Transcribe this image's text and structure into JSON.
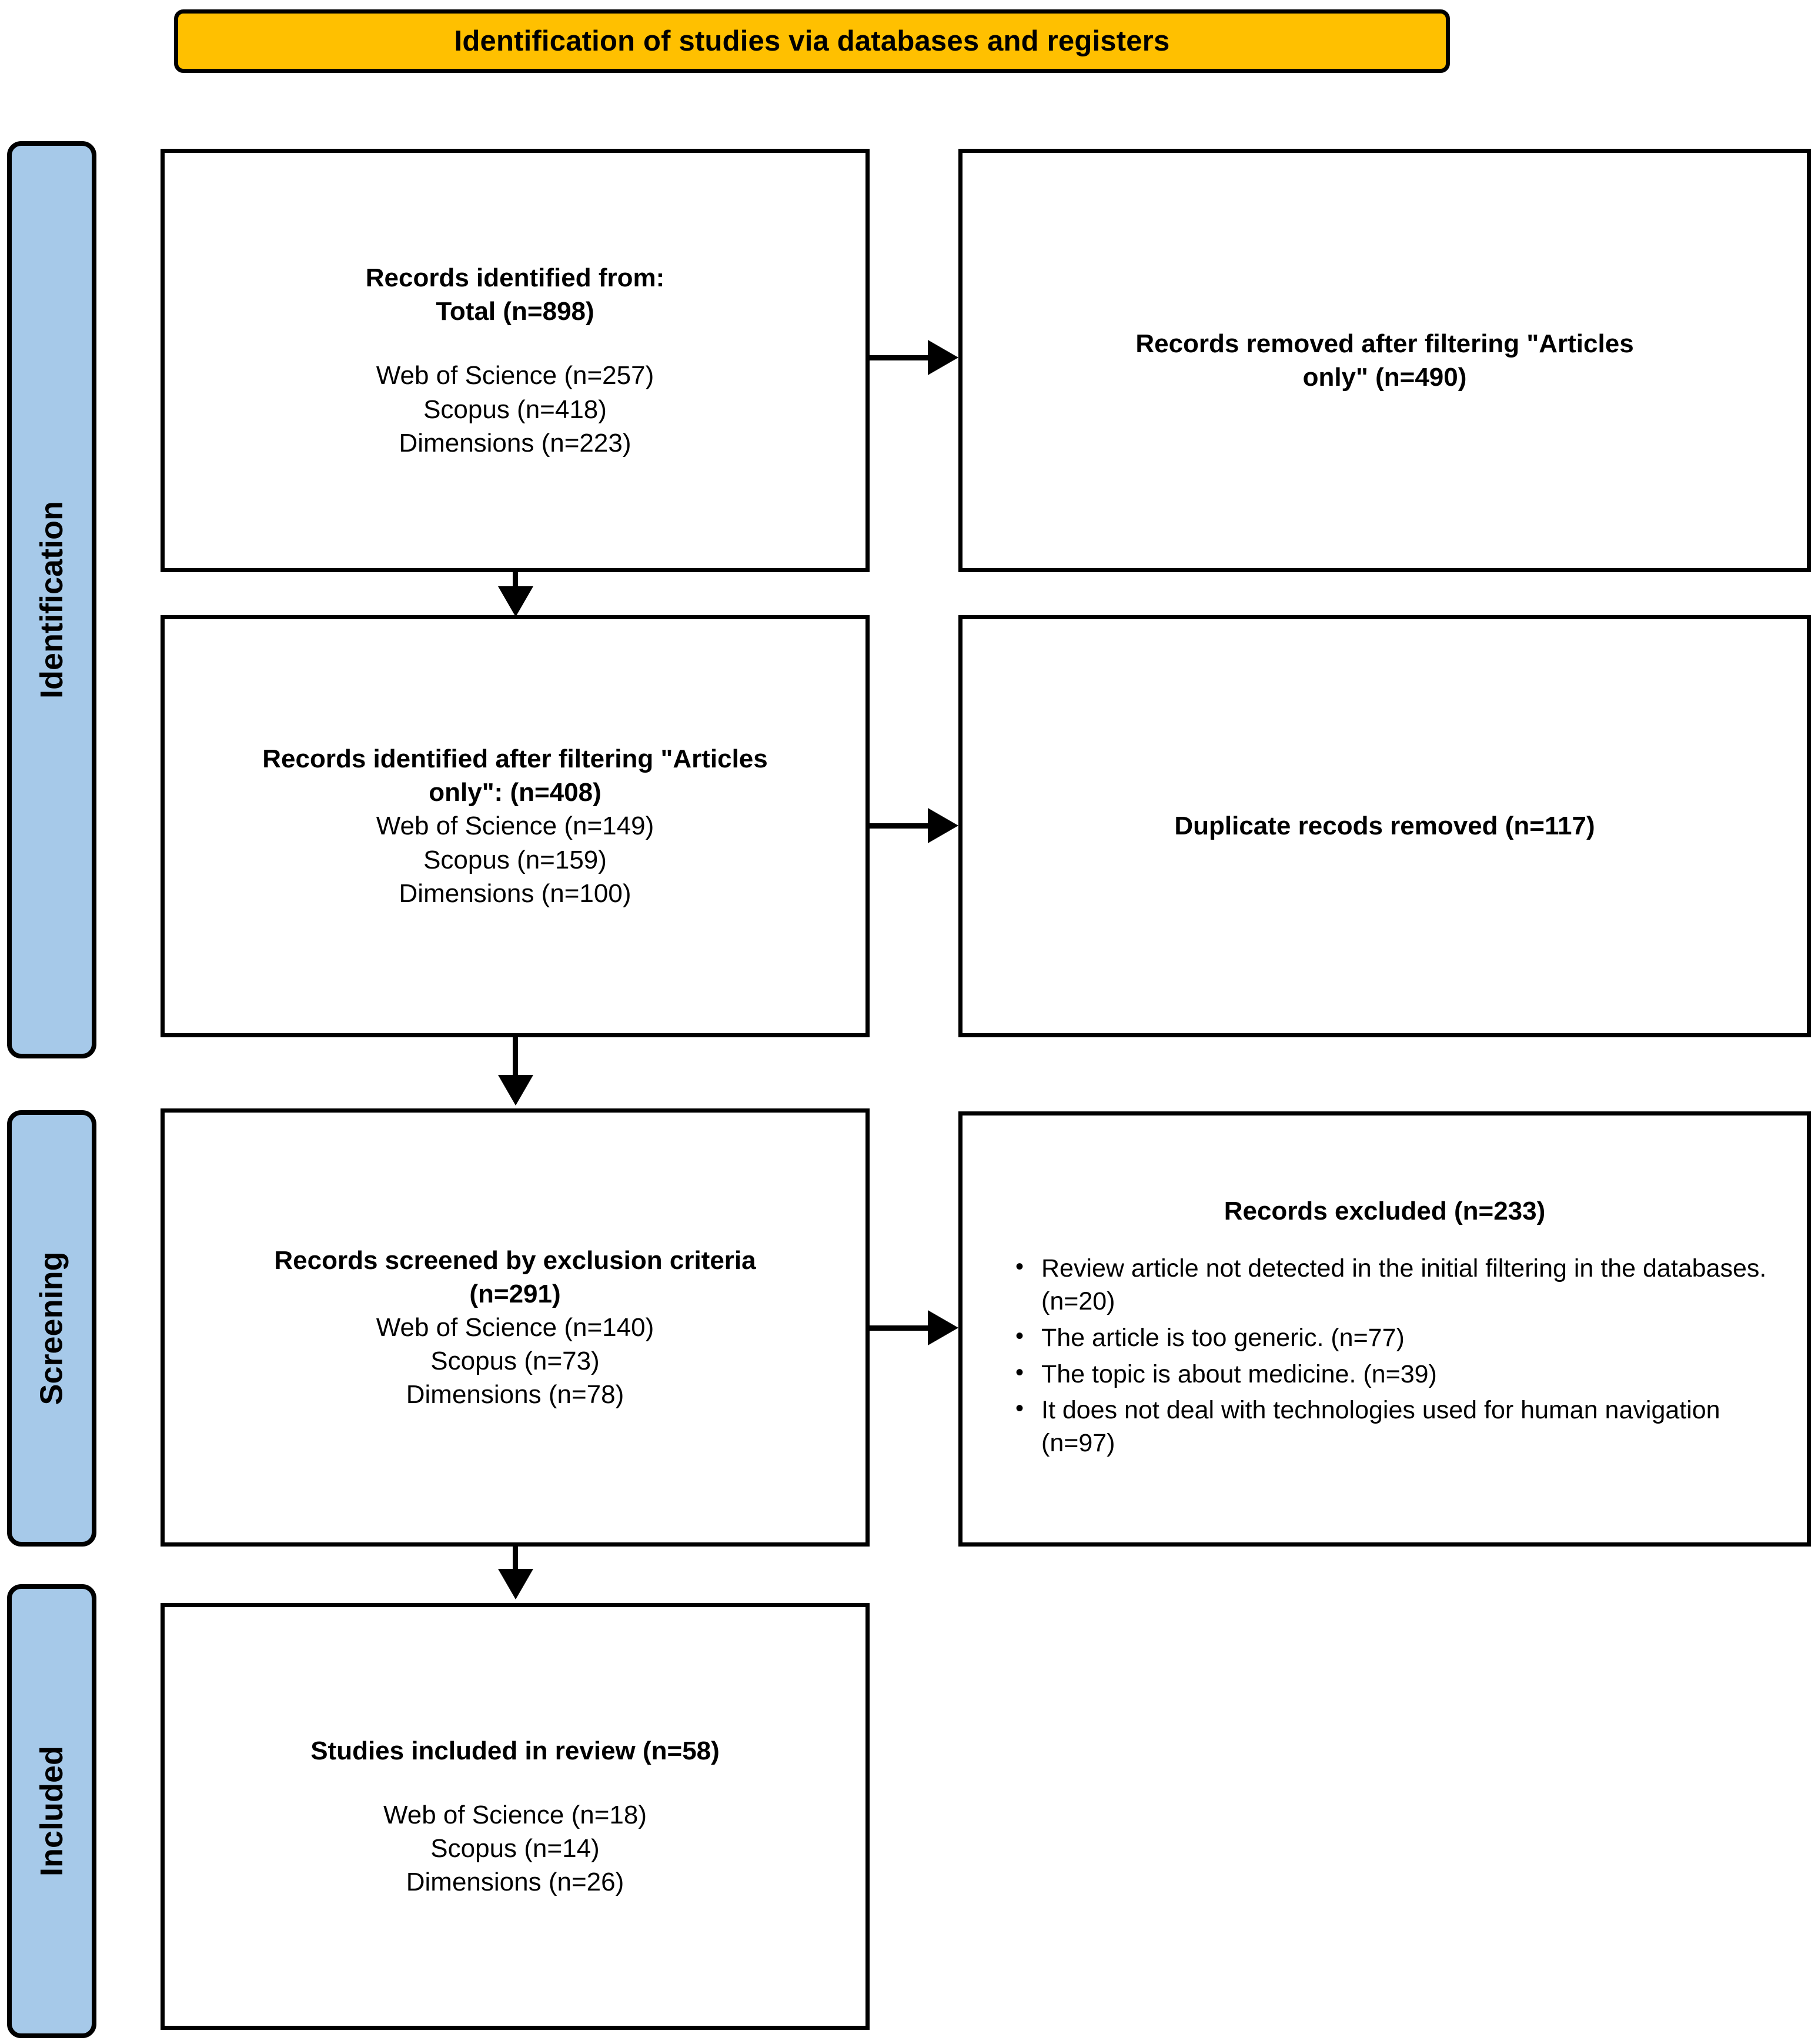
{
  "banner": {
    "title": "Identification of studies via databases and registers",
    "bg_color": "#FFC000"
  },
  "rails": {
    "bg_color": "#A6C9E9",
    "items": [
      {
        "label": "Identification"
      },
      {
        "label": "Screening"
      },
      {
        "label": "Included"
      }
    ]
  },
  "boxes": {
    "identified": {
      "lines": [
        {
          "text": "Records identified from:",
          "bold": true
        },
        {
          "text": "Total (n=898)",
          "bold": true
        },
        {
          "text": "",
          "bold": false,
          "spacer": true
        },
        {
          "text": "Web of Science (n=257)",
          "bold": false
        },
        {
          "text": "Scopus (n=418)",
          "bold": false
        },
        {
          "text": "Dimensions (n=223)",
          "bold": false
        }
      ]
    },
    "removed_filter": {
      "lines": [
        {
          "text": "Records removed after filtering \"Articles",
          "bold": true
        },
        {
          "text": "only\" (n=490)",
          "bold": true
        }
      ]
    },
    "after_filter": {
      "lines": [
        {
          "text": "Records identified after filtering \"Articles",
          "bold": true
        },
        {
          "text": "only\": (n=408)",
          "bold": true
        },
        {
          "text": "Web of Science (n=149)",
          "bold": false
        },
        {
          "text": "Scopus (n=159)",
          "bold": false
        },
        {
          "text": "Dimensions (n=100)",
          "bold": false
        }
      ]
    },
    "duplicates": {
      "lines": [
        {
          "text": "Duplicate recods removed (n=117)",
          "bold": true
        }
      ]
    },
    "screened": {
      "lines": [
        {
          "text": "Records screened by exclusion criteria",
          "bold": true
        },
        {
          "text": "(n=291)",
          "bold": true
        },
        {
          "text": "Web of Science (n=140)",
          "bold": false
        },
        {
          "text": "Scopus (n=73)",
          "bold": false
        },
        {
          "text": "Dimensions (n=78)",
          "bold": false
        }
      ]
    },
    "excluded": {
      "title": "Records excluded (n=233)",
      "reasons": [
        "Review article not detected in the initial filtering in the databases. (n=20)",
        "The article is too generic. (n=77)",
        "The topic is about medicine. (n=39)",
        "It does not deal with technologies used for human navigation (n=97)"
      ]
    },
    "included": {
      "lines": [
        {
          "text": "Studies included in review (n=58)",
          "bold": true
        },
        {
          "text": "",
          "bold": false,
          "spacer": true
        },
        {
          "text": "Web of Science (n=18)",
          "bold": false
        },
        {
          "text": "Scopus (n=14)",
          "bold": false
        },
        {
          "text": "Dimensions (n=26)",
          "bold": false
        }
      ]
    }
  },
  "flow_data": {
    "type": "prisma-flow",
    "total_identified": 898,
    "sources_identified": {
      "Web of Science": 257,
      "Scopus": 418,
      "Dimensions": 223
    },
    "removed_after_filtering": 490,
    "after_filtering_total": 408,
    "sources_after_filtering": {
      "Web of Science": 149,
      "Scopus": 159,
      "Dimensions": 100
    },
    "duplicates_removed": 117,
    "screened_total": 291,
    "sources_screened": {
      "Web of Science": 140,
      "Scopus": 73,
      "Dimensions": 78
    },
    "excluded_total": 233,
    "exclusion_breakdown": {
      "review_article_not_detected": 20,
      "too_generic": 77,
      "about_medicine": 39,
      "not_human_navigation_tech": 97
    },
    "included_total": 58,
    "sources_included": {
      "Web of Science": 18,
      "Scopus": 14,
      "Dimensions": 26
    }
  }
}
